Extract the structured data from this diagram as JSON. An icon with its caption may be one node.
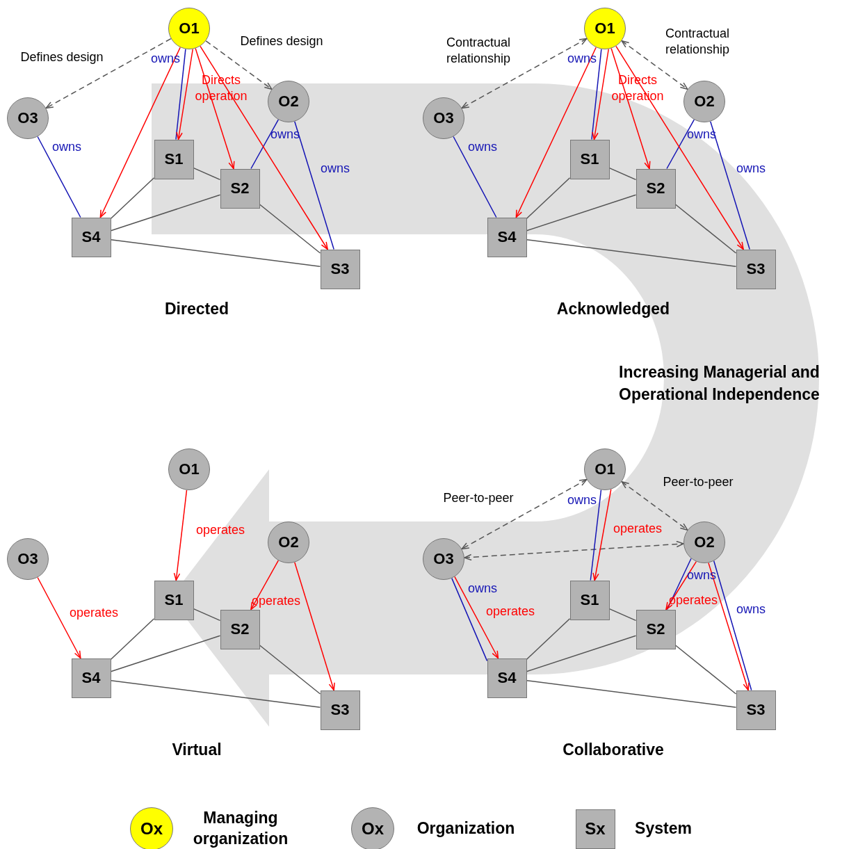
{
  "diagram": {
    "nodes": [
      {
        "text": [
          "O1"
        ]
      },
      {
        "text": [
          "O2"
        ]
      },
      {
        "text": [
          "O3"
        ]
      },
      {
        "text": [
          "S1"
        ]
      },
      {
        "text": [
          "S2"
        ]
      },
      {
        "text": [
          "S3"
        ]
      },
      {
        "text": [
          "S4"
        ]
      },
      {
        "text": [
          "O1"
        ]
      },
      {
        "text": [
          "O2"
        ]
      },
      {
        "text": [
          "O3"
        ]
      },
      {
        "text": [
          "S1"
        ]
      },
      {
        "text": [
          "S2"
        ]
      },
      {
        "text": [
          "S3"
        ]
      },
      {
        "text": [
          "S4"
        ]
      },
      {
        "text": [
          "O1"
        ]
      },
      {
        "text": [
          "O2"
        ]
      },
      {
        "text": [
          "O3"
        ]
      },
      {
        "text": [
          "S1"
        ]
      },
      {
        "text": [
          "S2"
        ]
      },
      {
        "text": [
          "S3"
        ]
      },
      {
        "text": [
          "S4"
        ]
      },
      {
        "text": [
          "O1"
        ]
      },
      {
        "text": [
          "O2"
        ]
      },
      {
        "text": [
          "O3"
        ]
      },
      {
        "text": [
          "S1"
        ]
      },
      {
        "text": [
          "S2"
        ]
      },
      {
        "text": [
          "S3"
        ]
      },
      {
        "text": [
          "S4"
        ]
      }
    ],
    "edges": [
      {
        "from": 0,
        "to": 2,
        "arrow": "to",
        "style": "dashed",
        "label": "Defines design"
      },
      {
        "from": 0,
        "to": 1,
        "arrow": "to",
        "style": "dashed",
        "label": "Defines design"
      },
      {
        "from": 0,
        "to": 3,
        "arrow": "none",
        "color": "#1414b4",
        "label": "owns"
      },
      {
        "from": 2,
        "to": 6,
        "arrow": "none",
        "color": "#1414b4",
        "label": "owns"
      },
      {
        "from": 1,
        "to": 4,
        "arrow": "none",
        "color": "#1414b4",
        "label": "owns"
      },
      {
        "from": 1,
        "to": 5,
        "arrow": "none",
        "color": "#1414b4",
        "label": "owns"
      },
      {
        "from": 0,
        "to": 3,
        "arrow": "to",
        "color": "#ff0000"
      },
      {
        "from": 0,
        "to": 4,
        "arrow": "to",
        "color": "#ff0000",
        "label": "Directs operation"
      },
      {
        "from": 0,
        "to": 5,
        "arrow": "to",
        "color": "#ff0000"
      },
      {
        "from": 0,
        "to": 6,
        "arrow": "to",
        "color": "#ff0000"
      },
      {
        "from": 3,
        "to": 4,
        "arrow": "none"
      },
      {
        "from": 3,
        "to": 6,
        "arrow": "none"
      },
      {
        "from": 4,
        "to": 6,
        "arrow": "none"
      },
      {
        "from": 4,
        "to": 5,
        "arrow": "none"
      },
      {
        "from": 6,
        "to": 5,
        "arrow": "none"
      },
      {
        "from": 7,
        "to": 9,
        "arrow": "both",
        "style": "dashed",
        "label": "Contractual relationship"
      },
      {
        "from": 7,
        "to": 8,
        "arrow": "both",
        "style": "dashed",
        "label": "Contractual relationship"
      },
      {
        "from": 7,
        "to": 10,
        "arrow": "none",
        "color": "#1414b4",
        "label": "owns"
      },
      {
        "from": 9,
        "to": 13,
        "arrow": "none",
        "color": "#1414b4",
        "label": "owns"
      },
      {
        "from": 8,
        "to": 11,
        "arrow": "none",
        "color": "#1414b4",
        "label": "owns"
      },
      {
        "from": 8,
        "to": 12,
        "arrow": "none",
        "color": "#1414b4",
        "label": "owns"
      },
      {
        "from": 7,
        "to": 10,
        "arrow": "to",
        "color": "#ff0000"
      },
      {
        "from": 7,
        "to": 11,
        "arrow": "to",
        "color": "#ff0000",
        "label": "Directs operation"
      },
      {
        "from": 7,
        "to": 12,
        "arrow": "to",
        "color": "#ff0000"
      },
      {
        "from": 7,
        "to": 13,
        "arrow": "to",
        "color": "#ff0000"
      },
      {
        "from": 10,
        "to": 11,
        "arrow": "none"
      },
      {
        "from": 10,
        "to": 13,
        "arrow": "none"
      },
      {
        "from": 11,
        "to": 13,
        "arrow": "none"
      },
      {
        "from": 11,
        "to": 12,
        "arrow": "none"
      },
      {
        "from": 13,
        "to": 12,
        "arrow": "none"
      },
      {
        "from": 14,
        "to": 17,
        "arrow": "to",
        "color": "#ff0000",
        "label": "operates"
      },
      {
        "from": 16,
        "to": 20,
        "arrow": "to",
        "color": "#ff0000",
        "label": "operates"
      },
      {
        "from": 15,
        "to": 18,
        "arrow": "to",
        "color": "#ff0000",
        "label": "operates"
      },
      {
        "from": 15,
        "to": 19,
        "arrow": "to",
        "color": "#ff0000"
      },
      {
        "from": 17,
        "to": 18,
        "arrow": "none"
      },
      {
        "from": 17,
        "to": 20,
        "arrow": "none"
      },
      {
        "from": 18,
        "to": 20,
        "arrow": "none"
      },
      {
        "from": 18,
        "to": 19,
        "arrow": "none"
      },
      {
        "from": 20,
        "to": 19,
        "arrow": "none"
      },
      {
        "from": 21,
        "to": 23,
        "arrow": "both",
        "style": "dashed",
        "label": "Peer-to-peer"
      },
      {
        "from": 21,
        "to": 22,
        "arrow": "both",
        "style": "dashed",
        "label": "Peer-to-peer"
      },
      {
        "from": 23,
        "to": 22,
        "arrow": "both",
        "style": "dashed"
      },
      {
        "from": 21,
        "to": 24,
        "arrow": "none",
        "color": "#1414b4",
        "label": "owns"
      },
      {
        "from": 21,
        "to": 24,
        "arrow": "to",
        "color": "#ff0000",
        "label": "operates"
      },
      {
        "from": 23,
        "to": 27,
        "arrow": "none",
        "color": "#1414b4",
        "label": "owns"
      },
      {
        "from": 23,
        "to": 27,
        "arrow": "to",
        "color": "#ff0000",
        "label": "operates"
      },
      {
        "from": 22,
        "to": 25,
        "arrow": "none",
        "color": "#1414b4",
        "label": "owns"
      },
      {
        "from": 22,
        "to": 25,
        "arrow": "to",
        "color": "#ff0000",
        "label": "operates"
      },
      {
        "from": 22,
        "to": 26,
        "arrow": "none",
        "color": "#1414b4",
        "label": "owns"
      },
      {
        "from": 22,
        "to": 26,
        "arrow": "to",
        "color": "#ff0000"
      },
      {
        "from": 24,
        "to": 25,
        "arrow": "none"
      },
      {
        "from": 24,
        "to": 27,
        "arrow": "none"
      },
      {
        "from": 25,
        "to": 27,
        "arrow": "none"
      },
      {
        "from": 25,
        "to": 26,
        "arrow": "none"
      },
      {
        "from": 27,
        "to": 26,
        "arrow": "none"
      }
    ],
    "labels": [
      "Directed",
      "Acknowledged",
      "Increasing Managerial and Operational Independence",
      "Virtual",
      "Collaborative",
      "Ox",
      "Ox",
      "Sx"
    ],
    "legend": [
      {
        "text": "Managing organization",
        "color": "#ffff00"
      },
      {
        "text": "Organization",
        "color": "#b3b3b3"
      },
      {
        "text": "System",
        "color": "#b3b3b3"
      }
    ]
  }
}
